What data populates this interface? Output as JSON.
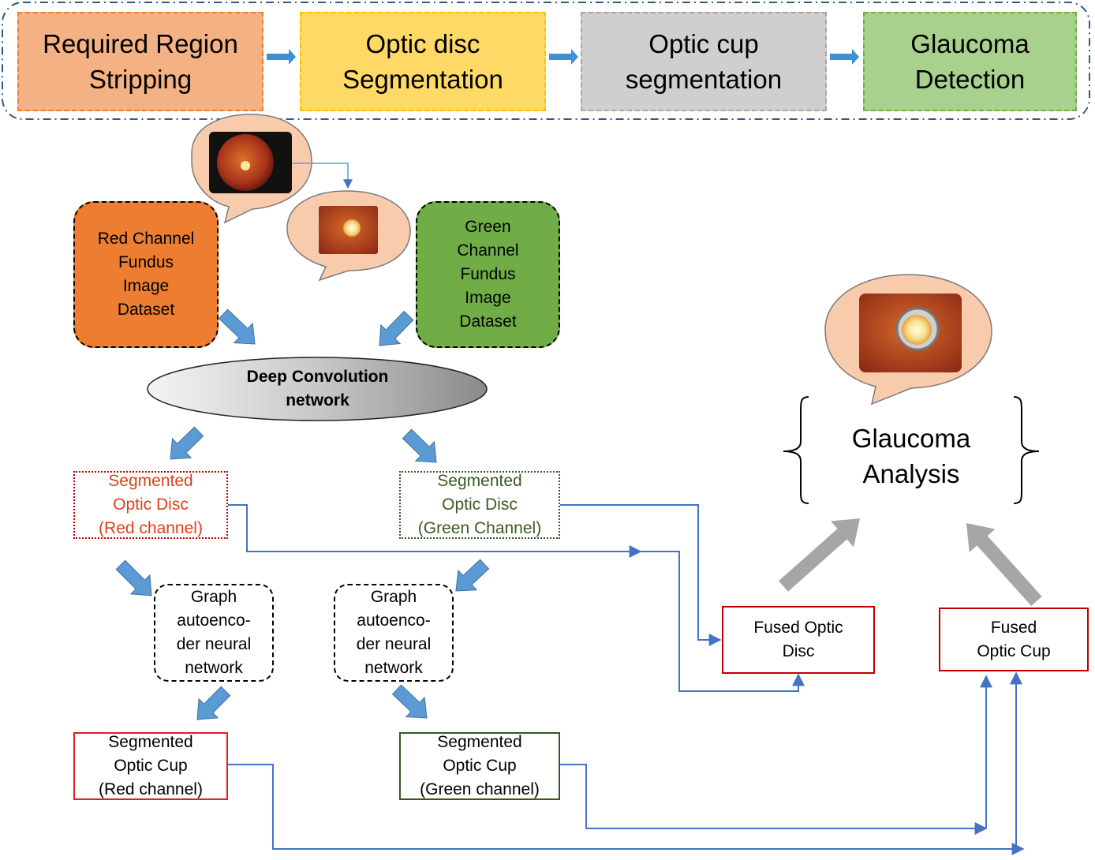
{
  "pipeline": {
    "stages": [
      {
        "label": "Required Region\nStripping",
        "fill": "#f4b183",
        "border": "#ed7d31"
      },
      {
        "label": "Optic disc\nSegmentation",
        "fill": "#ffd966",
        "border": "#ffc000"
      },
      {
        "label": "Optic cup\nsegmentation",
        "fill": "#d0cece",
        "border": "#a5a5a5"
      },
      {
        "label": "Glaucoma\nDetection",
        "fill": "#a9d18e",
        "border": "#70ad47"
      }
    ]
  },
  "datasets": {
    "red": {
      "label": "Red Channel\nFundus\nImage\nDataset",
      "fill": "#ed7d31"
    },
    "green": {
      "label": "Green\nChannel\nFundus\nImage\nDataset",
      "fill": "#70ad47"
    }
  },
  "network": {
    "label": "Deep Convolution\nnetwork"
  },
  "segmented_disc": {
    "red": {
      "label": "Segmented\nOptic Disc\n(Red channel)",
      "color": "#e0401a"
    },
    "green": {
      "label": "Segmented\nOptic Disc\n(Green Channel)",
      "color": "#3a5a22"
    }
  },
  "graph_autoencoder": {
    "left": {
      "label": "Graph\nautoenco-\nder neural\nnetwork"
    },
    "right": {
      "label": "Graph\nautoenco-\nder neural\nnetwork"
    }
  },
  "segmented_cup": {
    "red": {
      "label": "Segmented\nOptic Cup\n(Red channel)",
      "border": "#e02020"
    },
    "green": {
      "label": "Segmented\nOptic Cup\n(Green channel)",
      "border": "#375623"
    }
  },
  "fused": {
    "disc": {
      "label": "Fused Optic\nDisc"
    },
    "cup": {
      "label": "Fused\nOptic Cup"
    }
  },
  "analysis": {
    "label": "Glaucoma\nAnalysis"
  },
  "colors": {
    "connector": "#4472c4",
    "block_arrow": "#5b9bd5",
    "gray_arrow": "#a6a6a6",
    "fused_border": "#c00000",
    "bubble_fill": "#f8cbad",
    "pipeline_border": "#2e5a88"
  }
}
